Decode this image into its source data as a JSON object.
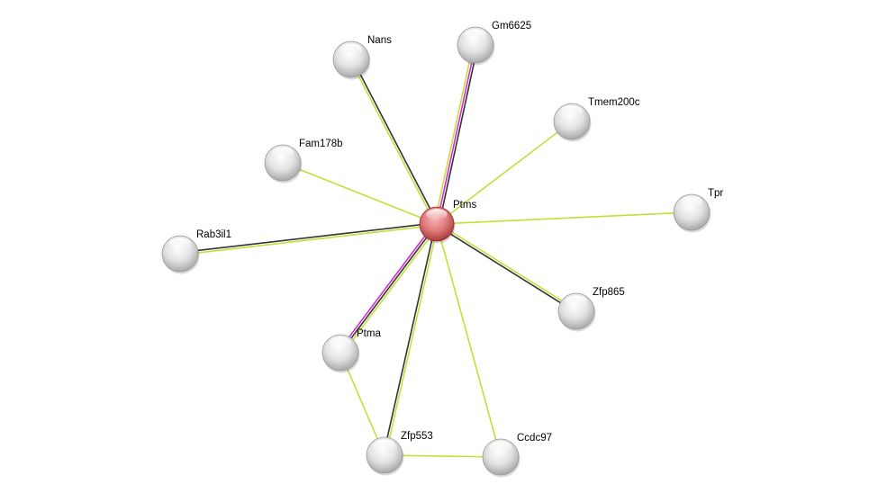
{
  "colors": {
    "textmining": "#c6dd3a",
    "coexpression": "#333333",
    "experiments": "#d52bd5",
    "query_node": "#d05a5a",
    "node": "#dcdcdc"
  },
  "nodes": [
    {
      "id": "Ptms",
      "label": "Ptms",
      "query": true
    },
    {
      "id": "Nans",
      "label": "Nans"
    },
    {
      "id": "Gm6625",
      "label": "Gm6625"
    },
    {
      "id": "Tmem200c",
      "label": "Tmem200c"
    },
    {
      "id": "Fam178b",
      "label": "Fam178b"
    },
    {
      "id": "Tpr",
      "label": "Tpr"
    },
    {
      "id": "Rab3il1",
      "label": "Rab3il1"
    },
    {
      "id": "Zfp865",
      "label": "Zfp865"
    },
    {
      "id": "Ptma",
      "label": "Ptma"
    },
    {
      "id": "Zfp553",
      "label": "Zfp553"
    },
    {
      "id": "Ccdc97",
      "label": "Ccdc97"
    }
  ],
  "edges": [
    {
      "from": "Ptms",
      "to": "Nans",
      "types": [
        "textmining",
        "coexpression"
      ]
    },
    {
      "from": "Ptms",
      "to": "Gm6625",
      "types": [
        "textmining",
        "experiments",
        "coexpression"
      ]
    },
    {
      "from": "Ptms",
      "to": "Tmem200c",
      "types": [
        "textmining"
      ]
    },
    {
      "from": "Ptms",
      "to": "Fam178b",
      "types": [
        "textmining"
      ]
    },
    {
      "from": "Ptms",
      "to": "Tpr",
      "types": [
        "textmining"
      ]
    },
    {
      "from": "Ptms",
      "to": "Rab3il1",
      "types": [
        "textmining",
        "coexpression"
      ]
    },
    {
      "from": "Ptms",
      "to": "Zfp865",
      "types": [
        "textmining",
        "coexpression"
      ]
    },
    {
      "from": "Ptms",
      "to": "Ptma",
      "types": [
        "textmining",
        "coexpression",
        "experiments"
      ]
    },
    {
      "from": "Ptms",
      "to": "Zfp553",
      "types": [
        "textmining",
        "coexpression"
      ]
    },
    {
      "from": "Ptms",
      "to": "Ccdc97",
      "types": [
        "textmining"
      ]
    },
    {
      "from": "Ptma",
      "to": "Zfp553",
      "types": [
        "textmining"
      ]
    },
    {
      "from": "Zfp553",
      "to": "Ccdc97",
      "types": [
        "textmining"
      ]
    }
  ]
}
